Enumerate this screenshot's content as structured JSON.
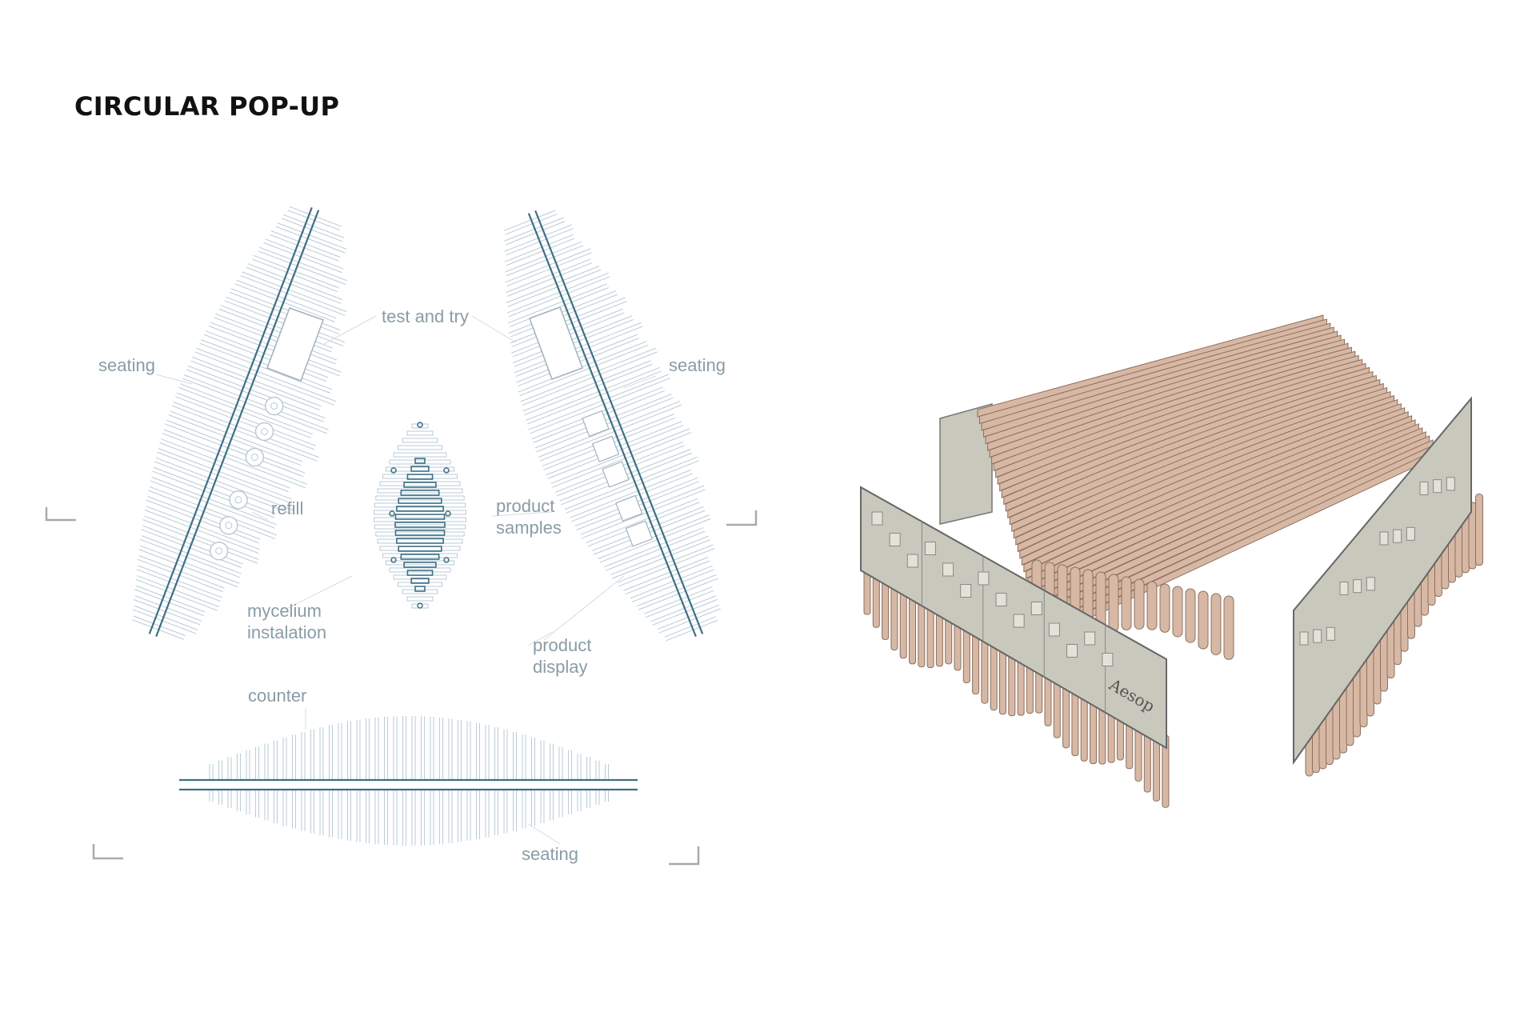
{
  "title": "CIRCULAR POP-UP",
  "plan": {
    "labels": {
      "test_and_try": "test and try",
      "seating_left": "seating",
      "seating_right": "seating",
      "refill": "refill",
      "product_samples": "product samples",
      "mycelium_installation": "mycelium instalation",
      "product_display": "product display",
      "counter": "counter",
      "seating_bottom": "seating"
    }
  },
  "model": {
    "logo_text": "Aesop"
  },
  "colors": {
    "wall_line": "#3f6f86",
    "slat_line": "#b9cbd4",
    "label": "#8a9ca6",
    "wood": "#d6b8a4",
    "wood_edge": "#8c6f5e",
    "panel": "#c9c8bd"
  }
}
